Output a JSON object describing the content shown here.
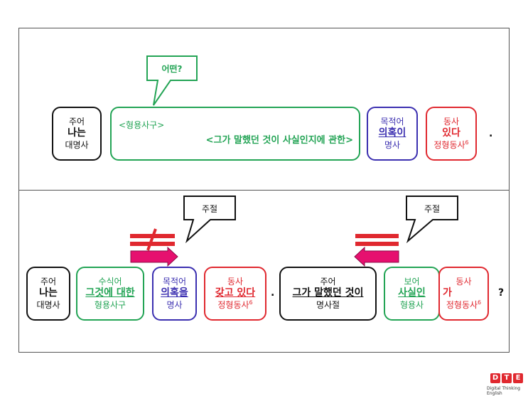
{
  "top": {
    "bubble": "어떤?",
    "subject": {
      "role": "주어",
      "word": "나는",
      "pos": "대명사"
    },
    "phrase": {
      "tag": "<형용사구>",
      "text": "<그가 말했던 것이 사실인지에 관한>"
    },
    "object": {
      "role": "목적어",
      "word": "의혹이",
      "pos": "명사"
    },
    "verb": {
      "role": "동사",
      "word": "있다",
      "pos": "정형동사",
      "sup": "6"
    },
    "punct": "."
  },
  "bottom": {
    "bubble_left": "주절",
    "bubble_right": "주절",
    "subject": {
      "role": "주어",
      "word": "나는",
      "pos": "대명사"
    },
    "modifier": {
      "role": "수식어",
      "word": "그것에 대한",
      "pos": "형용사구"
    },
    "object": {
      "role": "목적어",
      "word": "의혹을",
      "pos": "명사"
    },
    "verb": {
      "role": "동사",
      "word": "갖고 있다",
      "pos": "정형동사",
      "sup": "6"
    },
    "punct1": ".",
    "subject2": {
      "role": "주어",
      "word": "그가 말했던 것이",
      "pos": "명사절"
    },
    "complement": {
      "role": "보어",
      "word": "사실인",
      "pos": "형용사"
    },
    "verb2": {
      "role": "동사",
      "word": "가",
      "pos": "정형동사",
      "sup": "6"
    },
    "punct2": "?"
  },
  "logo": {
    "letters": [
      "D",
      "T",
      "E"
    ],
    "subtitle": "Digital Thinking English"
  },
  "colors": {
    "green": "#23a455",
    "blue": "#3b2fb0",
    "red": "#e0282f",
    "black": "#111111"
  }
}
